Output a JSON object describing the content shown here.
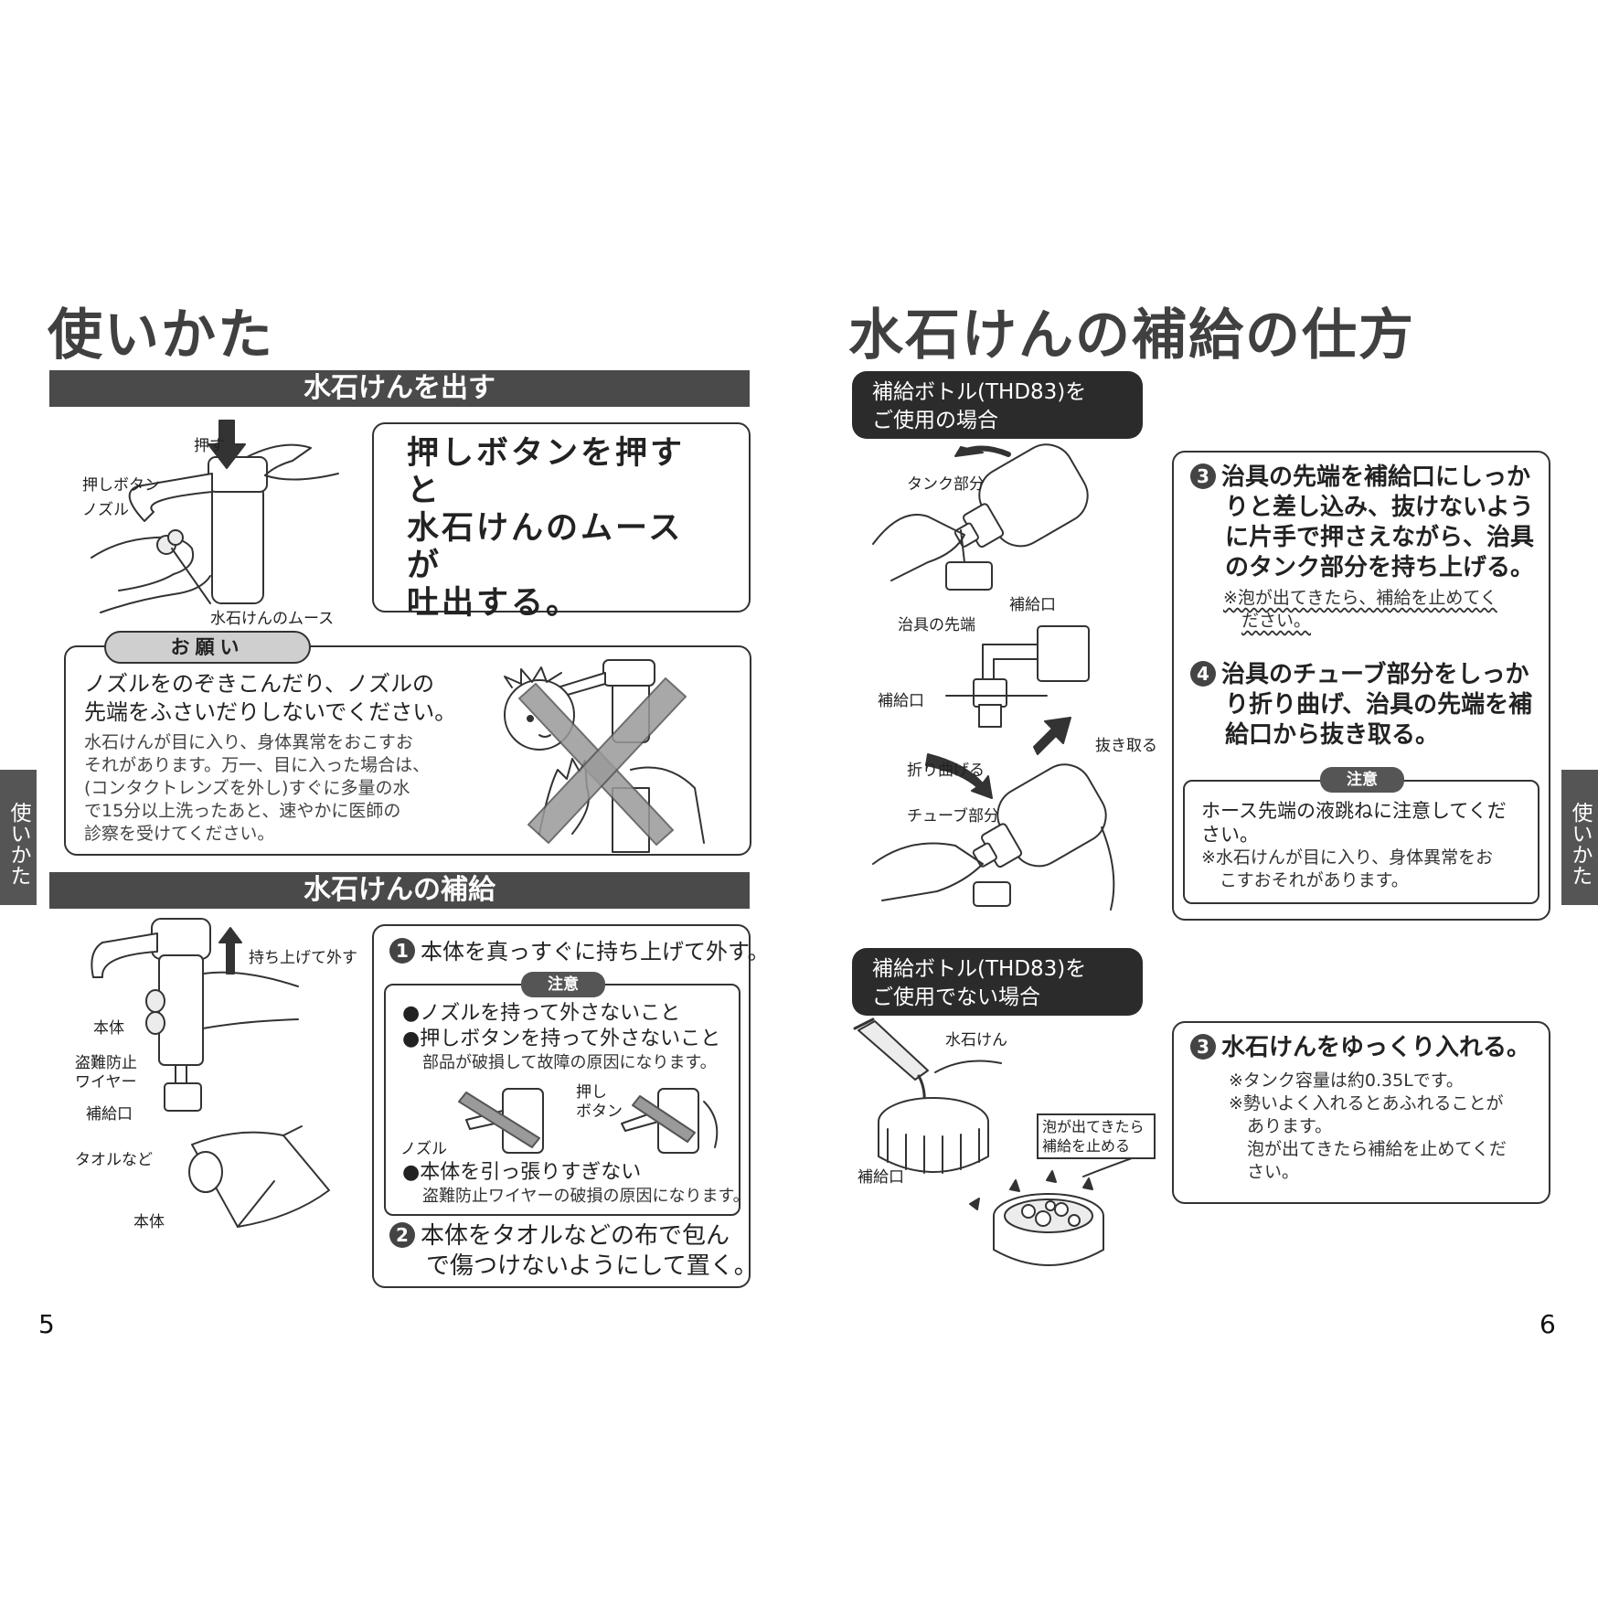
{
  "left": {
    "title": "使いかた",
    "section1": {
      "header": "水石けんを出す",
      "labels": {
        "push": "押す",
        "button": "押しボタン",
        "nozzle": "ノズル",
        "mousse": "水石けんのムース"
      },
      "instruction": [
        "押しボタンを押すと",
        "水石けんのムースが",
        "吐出する。"
      ]
    },
    "request": {
      "label": "お願い",
      "main": [
        "ノズルをのぞきこんだり、ノズルの",
        "先端をふさいだりしないでください。"
      ],
      "sub": [
        "水石けんが目に入り、身体異常をおこすお",
        "それがあります。万一、目に入った場合は、",
        "(コンタクトレンズを外し)すぐに多量の水",
        "で15分以上洗ったあと、速やかに医師の",
        "診察を受けてください。"
      ]
    },
    "section2": {
      "header": "水石けんの補給",
      "labels": {
        "lift": "持ち上げて外す",
        "body": "本体",
        "wire": [
          "盗難防止",
          "ワイヤー"
        ],
        "port": "補給口",
        "towel": "タオルなど",
        "body2": "本体",
        "nozzle": "ノズル",
        "button": [
          "押し",
          "ボタン"
        ]
      },
      "step1": {
        "num": "1",
        "text": "本体を真っすぐに持ち上げて外す。"
      },
      "caution_label": "注意",
      "cautions": [
        "●ノズルを持って外さないこと",
        "●押しボタンを持って外さないこと"
      ],
      "caution_note": "部品が破損して故障の原因になります。",
      "caution3": "●本体を引っ張りすぎない",
      "caution3_note": "盗難防止ワイヤーの破損の原因になります。",
      "step2": {
        "num": "2",
        "lines": [
          "本体をタオルなどの布で包ん",
          "で傷つけないようにして置く。"
        ]
      }
    },
    "page_number": "5",
    "side_tab": "使いかた"
  },
  "right": {
    "title": "水石けんの補給の仕方",
    "case1": {
      "label": [
        "補給ボトル(THD83)を",
        "ご使用の場合"
      ],
      "labels": {
        "tank": "タンク部分",
        "port": "補給口",
        "tip": "治具の先端",
        "port2": "補給口",
        "pull": "抜き取る",
        "bend": "折り曲げる",
        "tube": "チューブ部分"
      },
      "step3": {
        "num": "3",
        "lines": [
          "治具の先端を補給口にしっか",
          "りと差し込み、抜けないよう",
          "に片手で押さえながら、治具",
          "のタンク部分を持ち上げる。"
        ],
        "note": [
          "※泡が出てきたら、補給を止めてく",
          "ださい。"
        ]
      },
      "step4": {
        "num": "4",
        "lines": [
          "治具のチューブ部分をしっか",
          "り折り曲げ、治具の先端を補",
          "給口から抜き取る。"
        ]
      },
      "caution_label": "注意",
      "caution": [
        "ホース先端の液跳ねに注意してくだ",
        "さい。"
      ],
      "caution_note": [
        "※水石けんが目に入り、身体異常をお",
        "こすおそれがあります。"
      ]
    },
    "case2": {
      "label": [
        "補給ボトル(THD83)を",
        "ご使用でない場合"
      ],
      "labels": {
        "soap": "水石けん",
        "port": "補給口",
        "bubble": [
          "泡が出てきたら",
          "補給を止める"
        ]
      },
      "step3": {
        "num": "3",
        "text": "水石けんをゆっくり入れる。",
        "notes": [
          "※タンク容量は約0.35Lです。",
          "※勢いよく入れるとあふれることが",
          "あります。",
          "泡が出てきたら補給を止めてくだ",
          "さい。"
        ]
      }
    },
    "page_number": "6",
    "side_tab": "使いかた"
  }
}
